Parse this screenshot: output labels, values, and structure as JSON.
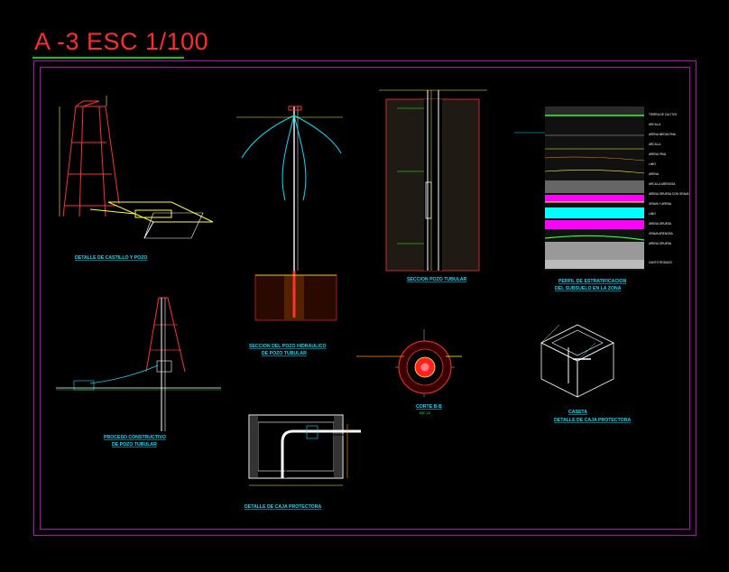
{
  "sheet": {
    "title": "A -3 ESC 1/100"
  },
  "captions": {
    "castillo": "DETALLE DE CASTILLO Y POZO",
    "pozo_hidraulico_1": "SECCION DEL POZO HIDRAULICO",
    "pozo_hidraulico_2": "DE POZO TUBULAR",
    "tubular": "SECCION POZO TUBULAR",
    "perfil_1": "PERFIL DE ESTRATIFICACION",
    "perfil_2": "DEL SUBSUELO EN LA ZONA",
    "proceso_1": "PROCESO CONSTRUCTIVO",
    "proceso_2": "DE POZO TUBULAR",
    "corte": "CORTE B-B",
    "corte_scale": "ESC 1:5",
    "caja_iso_1": "CASETA",
    "caja_iso_2": "DETALLE DE CAJA PROTECTORA",
    "caja_detalle": "DETALLE DE CAJA PROTECTORA"
  },
  "strata": {
    "labels": [
      "TIERRA DE CULTIVO",
      "ARCILLA",
      "ARENA MEDIA FINA",
      "ARCILLA",
      "ARENA FINA",
      "LIMO",
      "ARENA",
      "ARCILLA ARENOSA",
      "ARENA GRUESA CON GRAVA",
      "GRAVA Y ARENA",
      "LIMO",
      "ARENA GRUESA",
      "GRAVA ARENOSA",
      "ARENA GRUESA",
      "CANTO RODADO"
    ]
  },
  "colors": {
    "title": "#ff2a2a",
    "frame": "#c000c0",
    "caption": "#00e0ff",
    "annotation": "#ffff33",
    "structure": "#ff3030"
  }
}
